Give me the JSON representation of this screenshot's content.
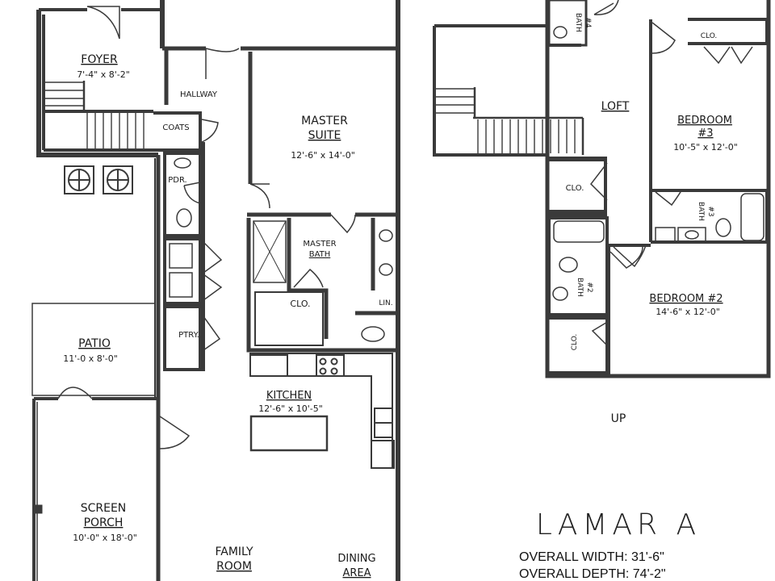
{
  "colors": {
    "wall": "#3a3a3a",
    "fixture": "#555555",
    "ink": "#1a1a1a",
    "background": "#ffffff"
  },
  "first_floor": {
    "foyer": {
      "name": "FOYER",
      "dims": "7'-4\" x 8'-2\""
    },
    "hallway": {
      "name": "HALLWAY"
    },
    "coats": {
      "name": "COATS"
    },
    "pdr": {
      "name": "PDR."
    },
    "ptry": {
      "name": "PTRY."
    },
    "master_suite": {
      "line1": "MASTER",
      "line2": "SUITE",
      "dims": "12'-6\" x 14'-0\""
    },
    "master_bath": {
      "line1": "MASTER",
      "line2": "BATH"
    },
    "master_closet": {
      "name": "CLO."
    },
    "linen": {
      "name": "LIN."
    },
    "patio": {
      "name": "PATIO",
      "dims": "11'-0 x 8'-0\""
    },
    "kitchen": {
      "name": "KITCHEN",
      "dims": "12'-6\" x 10'-5\""
    },
    "screen_porch": {
      "line1": "SCREEN",
      "line2": "PORCH",
      "dims": "10'-0\" x 18'-0\""
    },
    "family_room": {
      "line1": "FAMILY",
      "line2": "ROOM"
    },
    "dining_area": {
      "line1": "DINING",
      "line2": "AREA"
    }
  },
  "second_floor": {
    "loft": {
      "name": "LOFT"
    },
    "bedroom3": {
      "name": "BEDROOM",
      "number": "#3",
      "dims": "10'-5\" x 12'-0\""
    },
    "bedroom3_closet": {
      "name": "CLO."
    },
    "bath3": {
      "name": "BATH",
      "number": "#3"
    },
    "bath4": {
      "name": "BATH",
      "number": "#4"
    },
    "loft_closet": {
      "name": "CLO."
    },
    "bath2": {
      "name": "BATH",
      "number": "#2"
    },
    "bedroom2": {
      "name": "BEDROOM #2",
      "dims": "14'-6\" x 12'-0\""
    },
    "bedroom2_closet": {
      "name": "CLO."
    },
    "stair_label": "UP"
  },
  "title_block": {
    "plan_name": "LAMAR A",
    "overall_width": "OVERALL WIDTH: 31'-6\"",
    "overall_depth": "OVERALL DEPTH: 74'-2\""
  }
}
